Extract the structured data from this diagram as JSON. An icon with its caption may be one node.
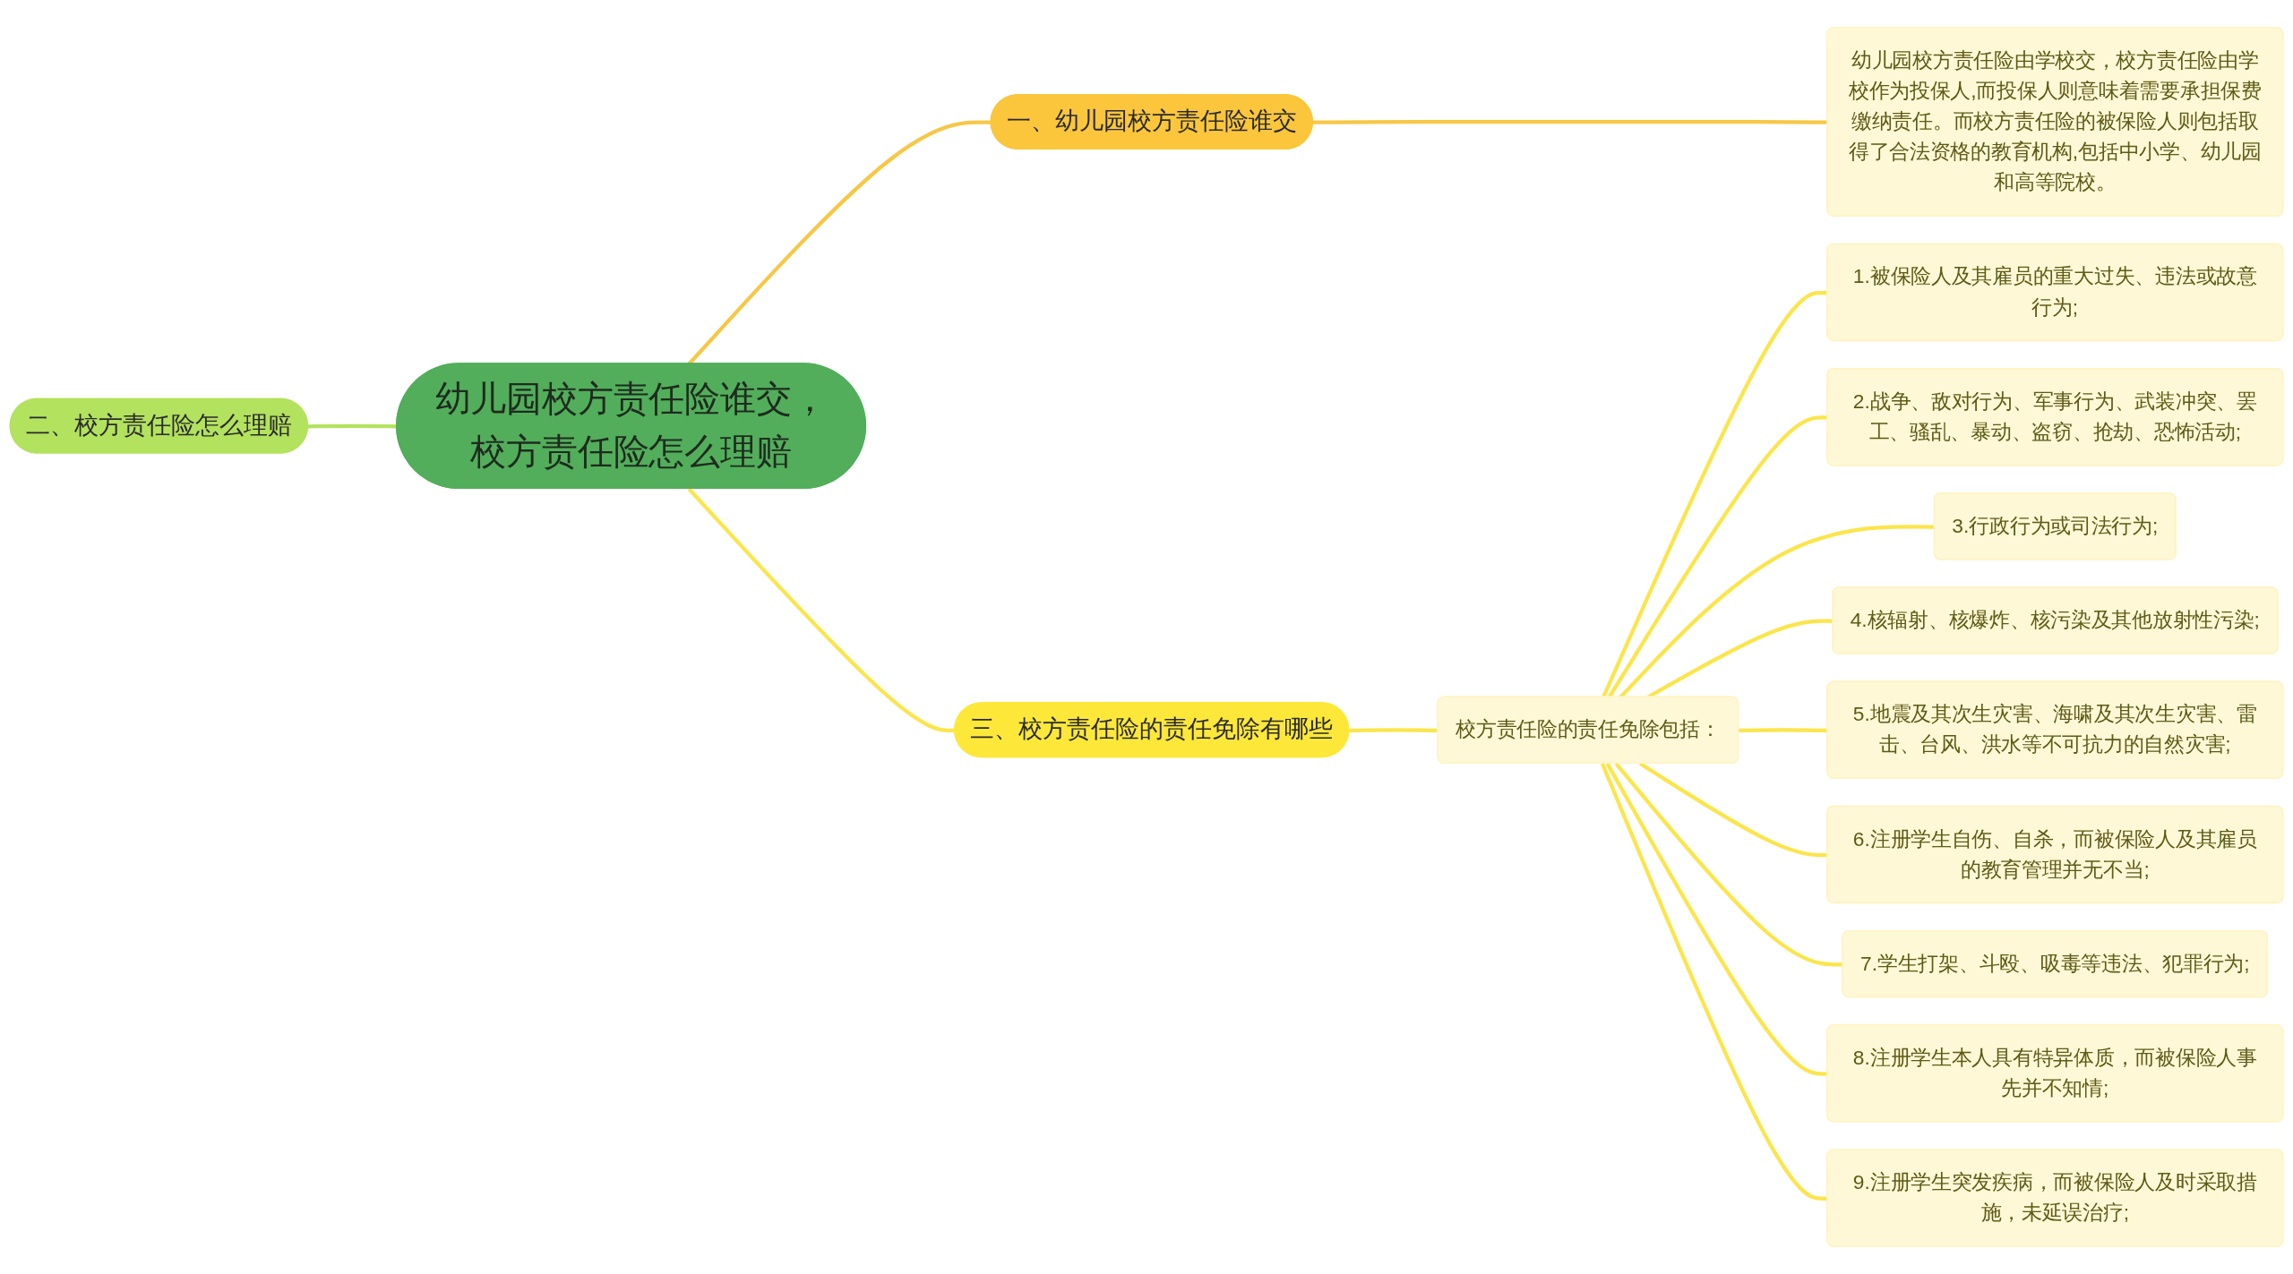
{
  "diagram": {
    "nodes": [
      {
        "text": [
          "幼儿园校方责任险谁交，校方责任险怎么理赔"
        ]
      },
      {
        "text": [
          "一、幼儿园校方责任险谁交"
        ]
      },
      {
        "text": [
          "幼儿园校方责任险由学校交，校方责任险由学校作为投保人,而投保人则意味着需要承担保费缴纳责任。而校方责任险的被保险人则包括取得了合法资格的教育机构,包括中小学、幼儿园和高等院校。"
        ]
      },
      {
        "text": [
          "二、校方责任险怎么理赔"
        ]
      },
      {
        "text": [
          "三、校方责任险的责任免除有哪些"
        ]
      },
      {
        "text": [
          "校方责任险的责任免除包括："
        ]
      },
      {
        "text": [
          "1.被保险人及其雇员的重大过失、违法或故意行为;"
        ]
      },
      {
        "text": [
          "2.战争、敌对行为、军事行为、武装冲突、罢工、骚乱、暴动、盗窃、抢劫、恐怖活动;"
        ]
      },
      {
        "text": [
          "3.行政行为或司法行为;"
        ]
      },
      {
        "text": [
          "4.核辐射、核爆炸、核污染及其他放射性污染;"
        ]
      },
      {
        "text": [
          "5.地震及其次生灾害、海啸及其次生灾害、雷击、台风、洪水等不可抗力的自然灾害;"
        ]
      },
      {
        "text": [
          "6.注册学生自伤、自杀，而被保险人及其雇员的教育管理并无不当;"
        ]
      },
      {
        "text": [
          "7.学生打架、斗殴、吸毒等违法、犯罪行为;"
        ]
      },
      {
        "text": [
          "8.注册学生本人具有特异体质，而被保险人事先并不知情;"
        ]
      },
      {
        "text": [
          "9.注册学生突发疾病，而被保险人及时采取措施，未延误治疗;"
        ]
      }
    ],
    "edges": [
      {
        "from": 0,
        "to": 1,
        "arrow": "none",
        "color": "#f7c745"
      },
      {
        "from": 1,
        "to": 2,
        "arrow": "none",
        "color": "#f7c745"
      },
      {
        "from": 3,
        "to": 0,
        "arrow": "none",
        "color": "#b3e25e"
      },
      {
        "from": 0,
        "to": 4,
        "arrow": "none"
      },
      {
        "from": 4,
        "to": 5,
        "arrow": "none"
      },
      {
        "from": 5,
        "to": 6,
        "arrow": "none"
      },
      {
        "from": 5,
        "to": 7,
        "arrow": "none"
      },
      {
        "from": 5,
        "to": 8,
        "arrow": "none"
      },
      {
        "from": 5,
        "to": 9,
        "arrow": "none"
      },
      {
        "from": 5,
        "to": 10,
        "arrow": "none"
      },
      {
        "from": 5,
        "to": 11,
        "arrow": "none"
      },
      {
        "from": 5,
        "to": 12,
        "arrow": "none"
      },
      {
        "from": 5,
        "to": 13,
        "arrow": "none"
      },
      {
        "from": 5,
        "to": 14,
        "arrow": "none"
      }
    ]
  }
}
